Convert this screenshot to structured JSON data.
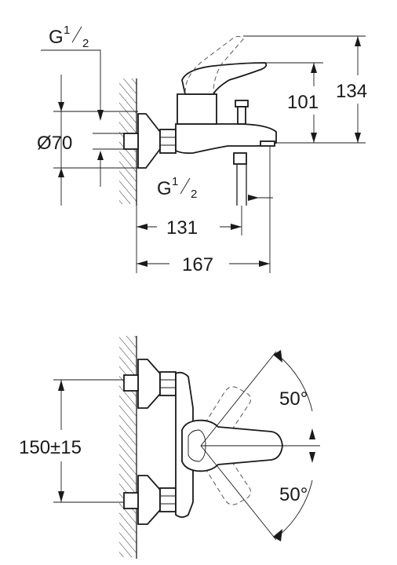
{
  "side_view": {
    "inlet_thread": {
      "prefix": "G",
      "num": "1",
      "den": "2"
    },
    "outlet_thread": {
      "prefix": "G",
      "num": "1",
      "den": "2"
    },
    "rosette_diameter": "Ø70",
    "height_spout": "101",
    "height_total": "134",
    "depth_outlet": "131",
    "depth_total": "167"
  },
  "front_view": {
    "center_distance": "150±15",
    "lever_angle_up": "50°",
    "lever_angle_down": "50°"
  }
}
